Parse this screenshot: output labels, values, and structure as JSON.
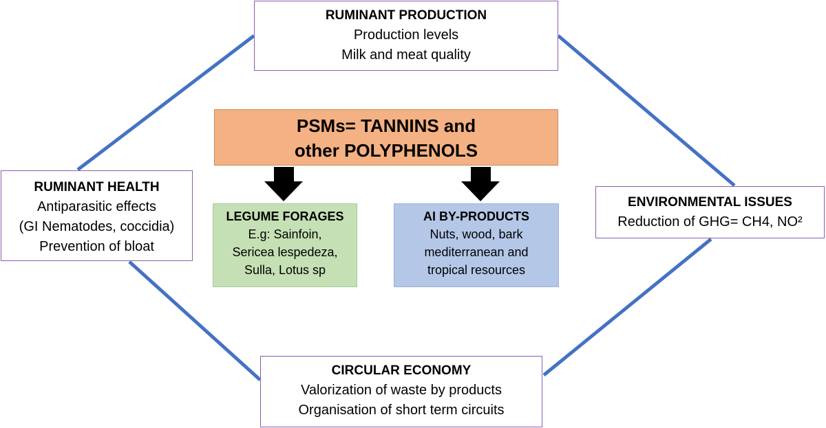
{
  "colors": {
    "connector": "#4472c4",
    "box_border": "#8a5cb0",
    "psm_fill": "#f4b183",
    "legume_fill": "#c5e0b4",
    "ai_fill": "#b4c7e7",
    "arrow": "#000000"
  },
  "production": {
    "title": "RUMINANT PRODUCTION",
    "lines": [
      "Production levels",
      "Milk and meat quality"
    ]
  },
  "health": {
    "title": "RUMINANT HEALTH",
    "lines": [
      "Antiparasitic effects",
      "(GI Nematodes, coccidia)",
      "Prevention of bloat"
    ]
  },
  "environment": {
    "title": "ENVIRONMENTAL ISSUES",
    "lines": [
      "Reduction of GHG= CH4, NO²"
    ]
  },
  "circular": {
    "title": "CIRCULAR ECONOMY",
    "lines": [
      "Valorization of waste by products",
      "Organisation of short term circuits"
    ]
  },
  "psm": {
    "lines": [
      "PSMs= TANNINS  and",
      "other POLYPHENOLS"
    ]
  },
  "legume": {
    "title": "LEGUME FORAGES",
    "lines": [
      "E.g:  Sainfoin,",
      "Sericea lespedeza,",
      "Sulla, Lotus sp"
    ]
  },
  "ai": {
    "title": "AI BY-PRODUCTS",
    "lines": [
      "Nuts, wood, bark",
      "mediterranean and",
      "tropical resources"
    ]
  }
}
